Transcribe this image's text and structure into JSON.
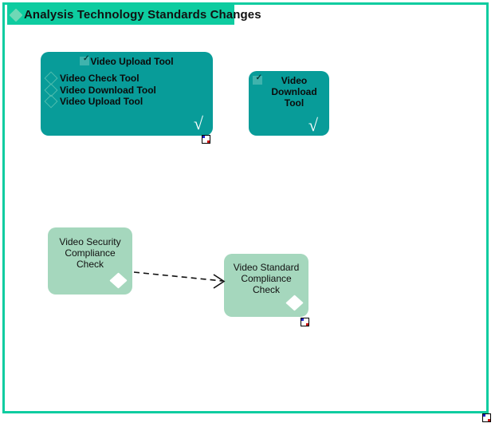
{
  "diagram": {
    "title": "Analysis Technology Standards Changes",
    "title_icon": "diamond-icon",
    "accent_color": "#0ECCA0",
    "component_color": "#089C99",
    "requirement_color": "#A5D7BD",
    "canvas_background": "#FFFFFF"
  },
  "nodes": [
    {
      "id": "video-upload-tool",
      "kind": "component",
      "title": "Video Upload Tool",
      "title_badge_icon": "check-badge-icon",
      "corner_icon": "tick-glyph",
      "items": [
        {
          "label": "Video Check Tool",
          "bullet_icon": "diamond-bullet-icon"
        },
        {
          "label": "Video Download Tool",
          "bullet_icon": "diamond-bullet-icon"
        },
        {
          "label": "Video Upload Tool",
          "bullet_icon": "diamond-bullet-icon"
        }
      ],
      "selected_marker": true
    },
    {
      "id": "video-download-tool",
      "kind": "component",
      "title": "Video\nDownload Tool",
      "title_badge_icon": "check-badge-icon",
      "corner_icon": "tick-glyph",
      "items": [],
      "selected_marker": false
    },
    {
      "id": "video-security-compliance-check",
      "kind": "requirement",
      "title": "Video Security\nCompliance Check",
      "corner_icon": "rhombus-glyph",
      "selected_marker": false
    },
    {
      "id": "video-standard-compliance-check",
      "kind": "requirement",
      "title": "Video Standard\nCompliance Check",
      "corner_icon": "rhombus-glyph",
      "selected_marker": true
    }
  ],
  "connectors": [
    {
      "id": "security-to-standard",
      "from": "video-security-compliance-check",
      "to": "video-standard-compliance-check",
      "style": "dashed",
      "arrow": "open",
      "color": "#111111",
      "label": ""
    }
  ]
}
